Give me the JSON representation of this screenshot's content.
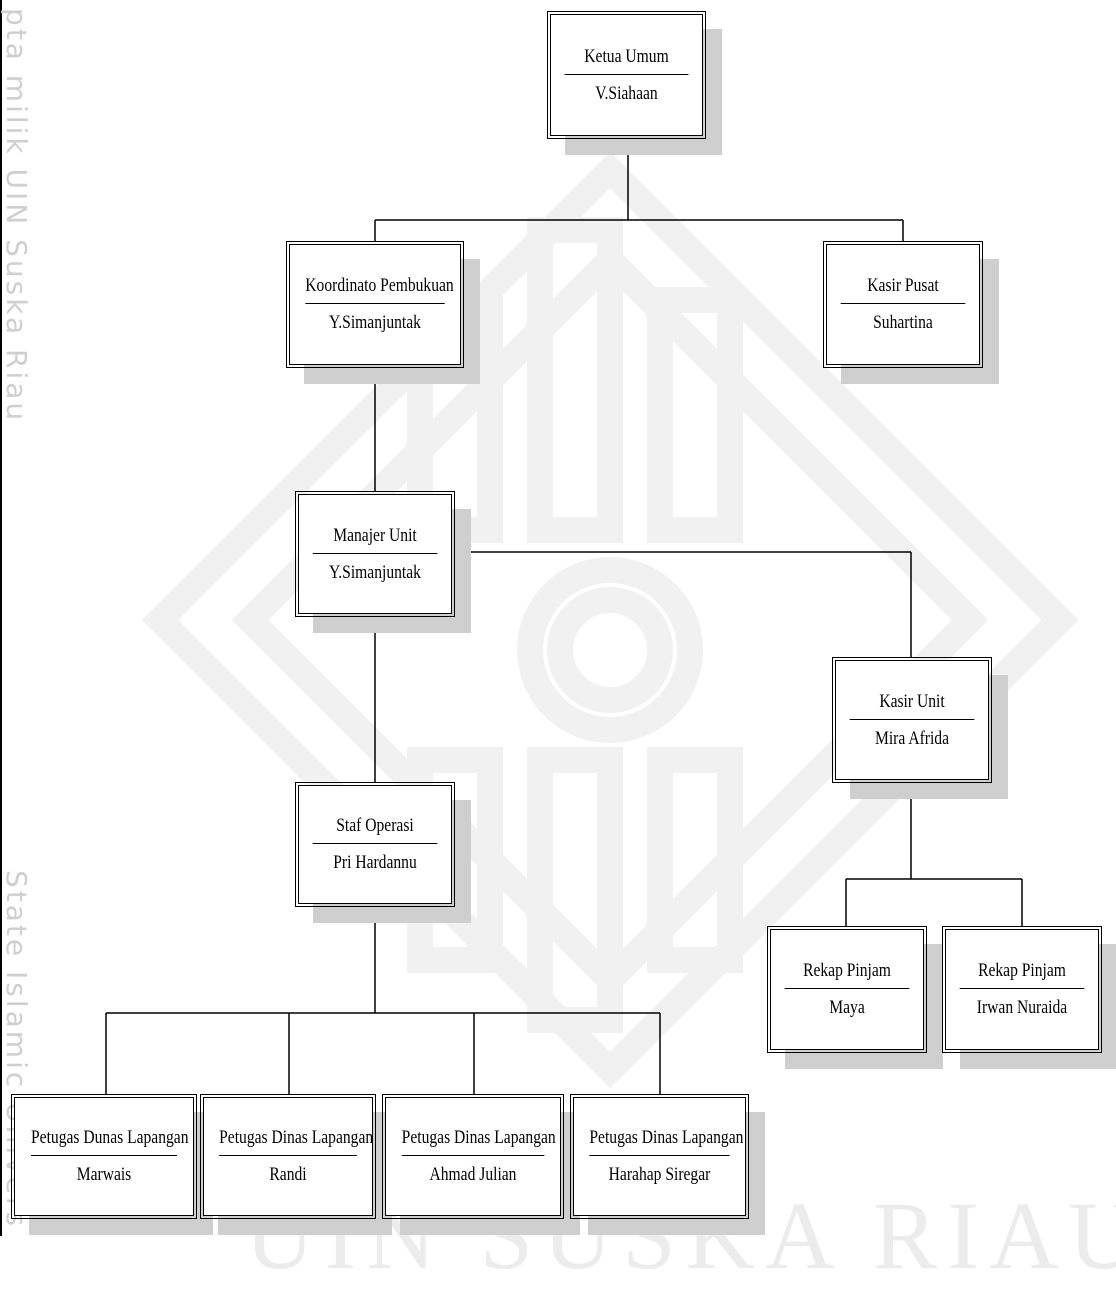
{
  "watermark": {
    "side_top": "pta milik UIN Suska Riau",
    "side_bottom": "State Islamic Univers",
    "bottom": "UIN SUSKA RIAU"
  },
  "nodes": {
    "ketua_umum": {
      "title": "Ketua Umum",
      "name": "V.Siahaan"
    },
    "koordinator": {
      "title": "Koordinato Pembukuan",
      "name": "Y.Simanjuntak"
    },
    "kasir_pusat": {
      "title": "Kasir Pusat",
      "name": "Suhartina"
    },
    "manajer_unit": {
      "title": "Manajer Unit",
      "name": "Y.Simanjuntak"
    },
    "kasir_unit": {
      "title": "Kasir Unit",
      "name": "Mira Afrida"
    },
    "staf_operasi": {
      "title": "Staf Operasi",
      "name": "Pri Hardannu"
    },
    "rekap_1": {
      "title": "Rekap Pinjam",
      "name": "Maya"
    },
    "rekap_2": {
      "title": "Rekap Pinjam",
      "name": "Irwan Nuraida"
    },
    "petugas_1": {
      "title": "Petugas Dunas Lapangan",
      "name": "Marwais"
    },
    "petugas_2": {
      "title": "Petugas Dinas Lapangan",
      "name": "Randi"
    },
    "petugas_3": {
      "title": "Petugas Dinas Lapangan",
      "name": "Ahmad Julian"
    },
    "petugas_4": {
      "title": "Petugas Dinas Lapangan",
      "name": "Harahap Siregar"
    }
  }
}
